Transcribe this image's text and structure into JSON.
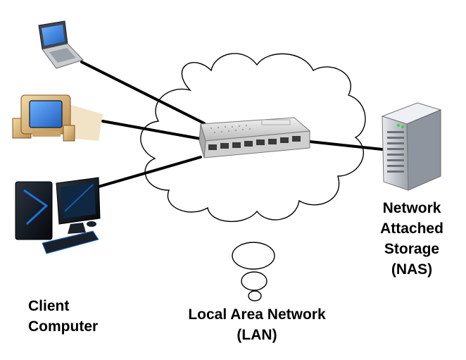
{
  "labels": {
    "nas": [
      "Network",
      "Attached",
      "Storage",
      "(NAS)"
    ],
    "client": [
      "Client",
      "Computer"
    ],
    "lan": [
      "Local Area Network",
      "(LAN)"
    ]
  },
  "icons": {
    "laptop": "laptop-icon",
    "crt_computer": "crt-computer-icon",
    "desktop_computer": "desktop-computer-icon",
    "network_switch": "network-switch-icon",
    "nas_server": "nas-server-icon",
    "cloud": "cloud-shape"
  },
  "colors": {
    "cable": "#000000",
    "cloud_outline": "#000000",
    "switch_body": "#d9d9d9",
    "server_body": "#c8cbd0",
    "crt_screen": "#3a7fe0",
    "desktop_accent": "#1e6fd9"
  }
}
